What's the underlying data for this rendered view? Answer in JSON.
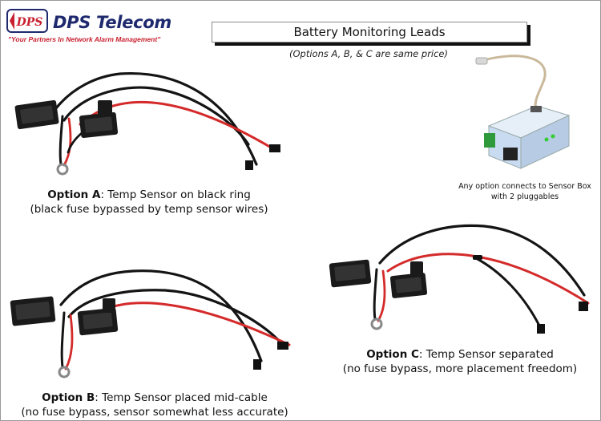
{
  "logo": {
    "badge_text": "DPS",
    "brand": "DPS Telecom",
    "tagline": "\"Your Partners In Network Alarm Management\""
  },
  "header": {
    "title": "Battery Monitoring Leads",
    "subtitle": "(Options A, B, & C are same price)"
  },
  "sensor_box": {
    "note_line1": "Any option connects to Sensor Box",
    "note_line2": "with 2 pluggables"
  },
  "options": [
    {
      "label": "Option A",
      "description": ": Temp Sensor on black ring",
      "detail": "(black fuse bypassed by temp sensor wires)"
    },
    {
      "label": "Option B",
      "description": ": Temp Sensor placed mid-cable",
      "detail": "(no fuse bypass, sensor somewhat less accurate)"
    },
    {
      "label": "Option C",
      "description": ": Temp Sensor separated",
      "detail": "(no fuse bypass, more placement freedom)"
    }
  ],
  "colors": {
    "brand_blue": "#1f2a6e",
    "tagline_red": "#c8202f",
    "wire_red": "#d42a2a",
    "wire_black": "#141414",
    "box_blue": "#c9dbf0"
  }
}
